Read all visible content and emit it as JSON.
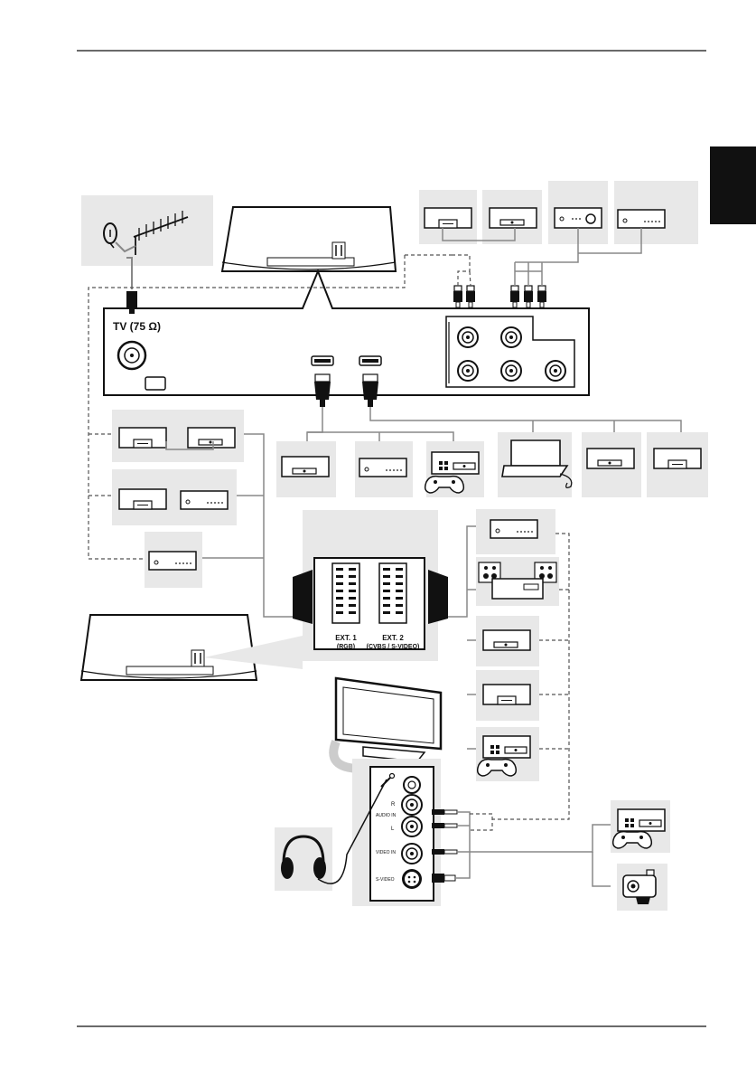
{
  "antenna_label": "TV (75 Ω)",
  "scart": {
    "ext1_name": "EXT. 1",
    "ext1_sub": "(RGB)",
    "ext2_name": "EXT. 2",
    "ext2_sub": "(CVBS / S-VIDEO)"
  },
  "side_panel": {
    "r_label": "R",
    "audio_in": "AUDIO IN",
    "l_label": "L",
    "video_in": "VIDEO IN",
    "svideo": "S-VIDEO"
  },
  "colors": {
    "panel_fill": "#e8e8e8",
    "line": "#111111",
    "dashed": "#555555"
  },
  "icons": [
    "satellite-dish-icon",
    "aerial-icon",
    "dvd-player-icon",
    "vcr-icon",
    "set-top-box-icon",
    "game-console-icon",
    "laptop-icon",
    "hifi-system-icon",
    "headphones-icon",
    "camcorder-icon",
    "flat-tv-icon"
  ]
}
